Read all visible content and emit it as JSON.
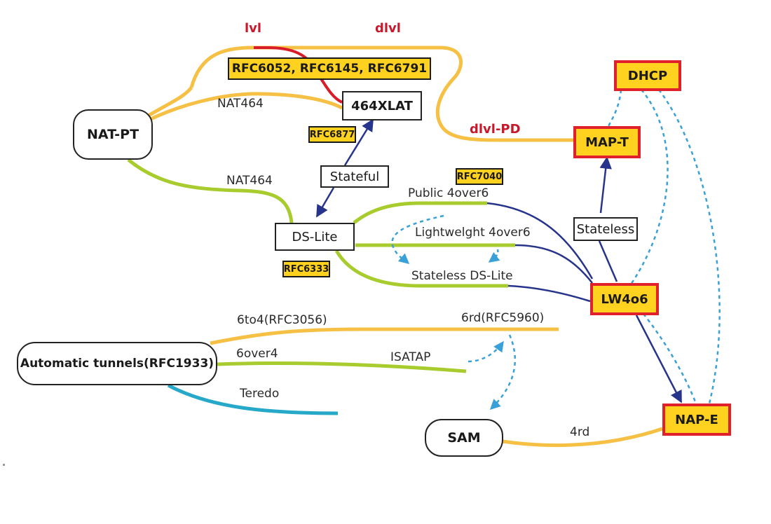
{
  "nodes": {
    "nat_pt": "NAT-PT",
    "xlat464": "464XLAT",
    "stateful": "Stateful",
    "ds_lite": "DS-Lite",
    "stateless": "Stateless",
    "dhcp": "DHCP",
    "map_t": "MAP-T",
    "lw4o6": "LW4o6",
    "nap_e": "NAP-E",
    "automatic_tunnels": "Automatic tunnels(RFC1933)",
    "sam": "SAM"
  },
  "rfc_tags": {
    "rfc_group": "RFC6052,   RFC6145,   RFC6791",
    "rfc6877": "RFC6877",
    "rfc7040": "RFC7040",
    "rfc6333": "RFC6333"
  },
  "edge_labels": {
    "lvl": "lvl",
    "dlvl": "dlvl",
    "dlvl_pd": "dlvl-PD",
    "nat464_top": "NAT464",
    "nat464_mid": "NAT464",
    "public_4over6": "Public 4over6",
    "lightweight_4over6": "Lightwelght 4over6",
    "stateless_ds_lite": "Stateless DS-Lite",
    "sixto4": "6to4(RFC3056)",
    "sixrd": "6rd(RFC5960)",
    "sixover4": "6over4",
    "isatap": "ISATAP",
    "teredo": "Teredo",
    "fourrd": "4rd"
  },
  "colors": {
    "yellow_line": "#f5c043",
    "green_line": "#a8cc2e",
    "red_line": "#d91c2a",
    "navy_line": "#27348b",
    "cyan_line": "#26a8c9",
    "dashed_blue": "#3aa0d8",
    "tag_fill": "#ffd21f",
    "box_border_red": "#e0202b",
    "label_red": "#c8182b"
  }
}
